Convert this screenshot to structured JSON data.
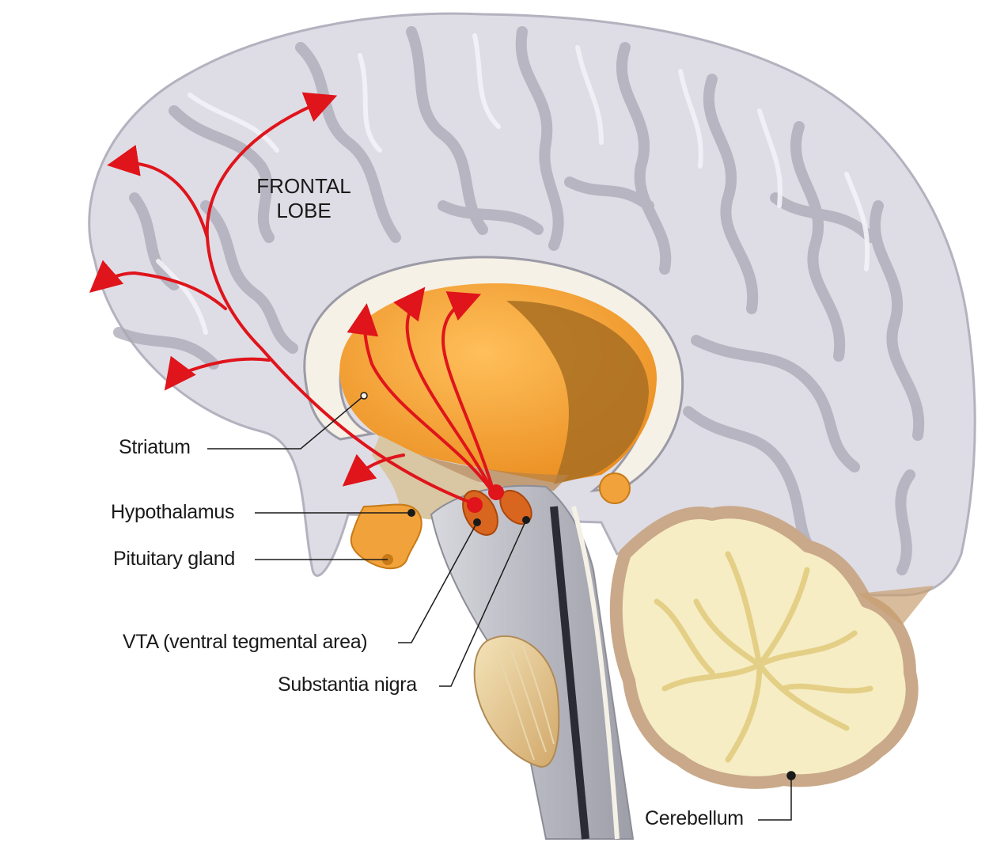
{
  "title": "",
  "labels": {
    "frontal_lobe_line1": "FRONTAL",
    "frontal_lobe_line2": "LOBE",
    "striatum": "Striatum",
    "hypothalamus": "Hypothalamus",
    "pituitary": "Pituitary gland",
    "vta": "VTA (ventral tegmental area)",
    "substantia_nigra": "Substantia nigra",
    "cerebellum": "Cerebellum"
  },
  "colors": {
    "cortex": "#dedde5",
    "cortex_shadow": "#a9a8b5",
    "striatum": "#f2a23a",
    "midbrain_nuclei": "#d9661f",
    "pathway": "#e0141b",
    "cerebellum_fill": "#f6edc4",
    "cerebellum_border": "#c9a98a",
    "brainstem": "#c9c9cf"
  }
}
